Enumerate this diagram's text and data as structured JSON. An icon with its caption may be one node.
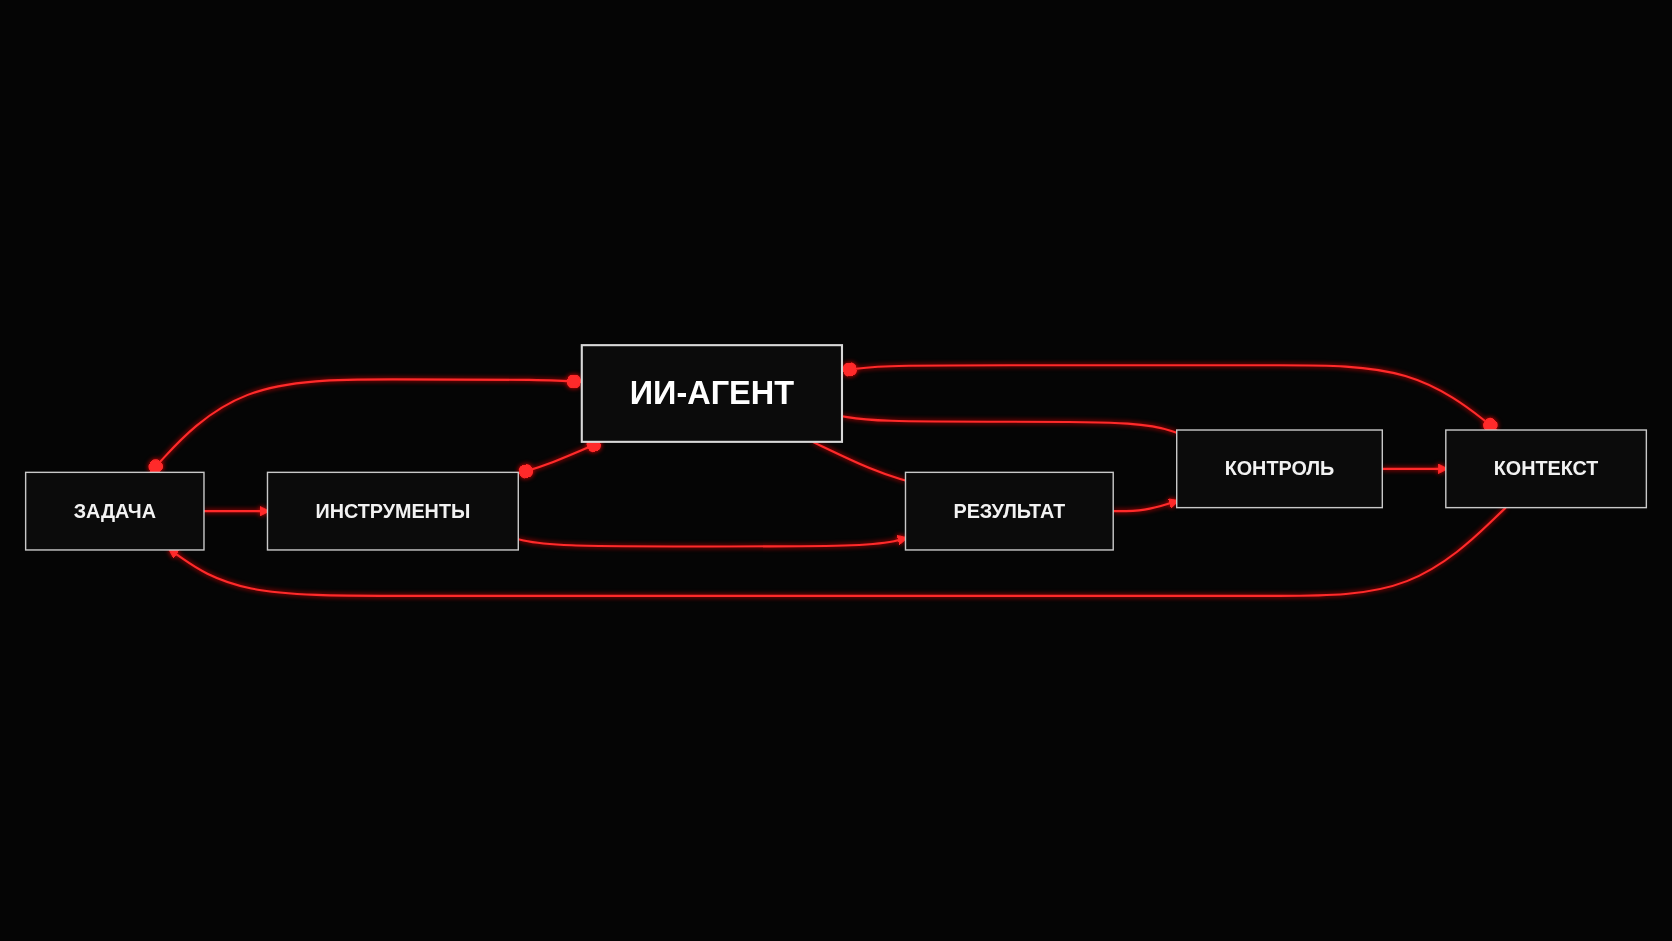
{
  "diagram": {
    "nodes": [
      {
        "text": [
          "ЗАДАЧА"
        ]
      },
      {
        "text": [
          "КОНТЕКСТ"
        ]
      },
      {
        "text": [
          "ИИ-АГЕНТ"
        ]
      },
      {
        "text": [
          "ИНСТРУМЕНТЫ"
        ]
      },
      {
        "text": [
          "КОНТРОЛЬ"
        ]
      },
      {
        "text": [
          "РЕЗУЛЬТАТ"
        ]
      }
    ],
    "edges": [
      {
        "from": 0,
        "to": 2,
        "arrow": "other"
      },
      {
        "from": 2,
        "to": 1,
        "arrow": "other"
      },
      {
        "from": 3,
        "to": 2,
        "arrow": "other"
      },
      {
        "from": 2,
        "to": 4,
        "arrow": "none"
      },
      {
        "from": 2,
        "to": 5,
        "arrow": "none"
      },
      {
        "from": 1,
        "to": 0,
        "arrow": "to"
      },
      {
        "from": 0,
        "to": 3,
        "arrow": "to"
      },
      {
        "from": 3,
        "to": 5,
        "arrow": "to"
      },
      {
        "from": 5,
        "to": 4,
        "arrow": "to"
      },
      {
        "from": 4,
        "to": 1,
        "arrow": "to"
      }
    ]
  }
}
